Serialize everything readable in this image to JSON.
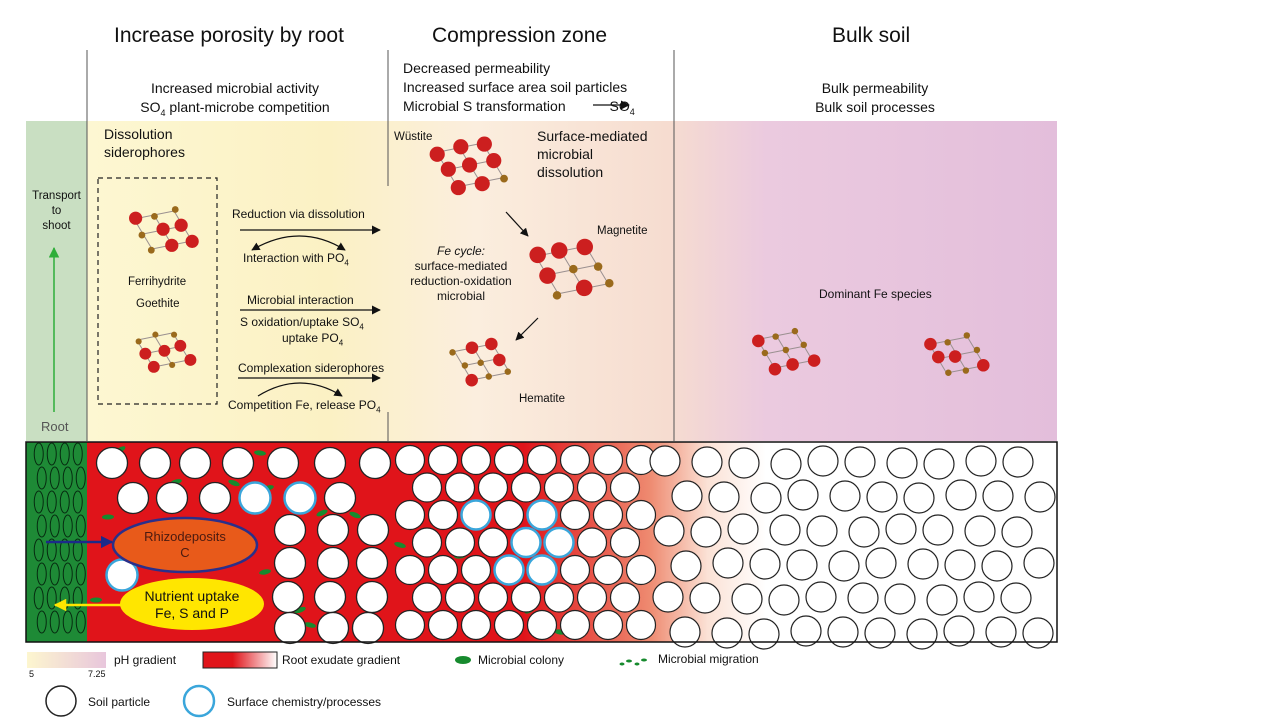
{
  "sections": {
    "root_zone": {
      "title": "Increase porosity by root",
      "line1": "Increased microbial activity",
      "line2_pre": "SO",
      "line2_sub": "4",
      "line2_post": " plant-microbe competition"
    },
    "compression": {
      "title": "Compression zone",
      "line1": "Decreased permeability",
      "line2": "Increased surface area soil particles",
      "line3_pre": "Microbial S transformation ",
      "line3_post": "SO",
      "line3_sub": "4"
    },
    "bulk": {
      "title": "Bulk soil",
      "line1": "Bulk permeability",
      "line2": "Bulk soil processes"
    }
  },
  "root_column": {
    "transport_1": "Transport",
    "transport_2": "to",
    "transport_3": "shoot",
    "root_label": "Root"
  },
  "panel": {
    "dissolution_1": "Dissolution",
    "dissolution_2": "siderophores",
    "ferrihydrite": "Ferrihydrite",
    "goethite": "Goethite",
    "reduction": "Reduction via dissolution",
    "interaction_pre": "Interaction with PO",
    "interaction_sub": "4",
    "microbial_interaction": "Microbial interaction",
    "s_oxidation_pre": "S oxidation/uptake SO",
    "s_oxidation_sub": "4",
    "uptake_pre": "uptake PO",
    "uptake_sub": "4",
    "complexation": "Complexation siderophores",
    "competition_pre": "Competition Fe, release PO",
    "competition_sub": "4",
    "wustite": "Wüstite",
    "surface_1": "Surface-mediated",
    "surface_2": "microbial",
    "surface_3": "dissolution",
    "magnetite": "Magnetite",
    "fe_cycle": "Fe cycle:",
    "fe_1": "surface-mediated",
    "fe_2": "reduction-oxidation",
    "fe_3": "microbial",
    "hematite": "Hematite",
    "dominant": "Dominant Fe species"
  },
  "soil": {
    "rhizo_1": "Rhizodeposits",
    "rhizo_2": "C",
    "nutrient_1": "Nutrient uptake",
    "nutrient_2": "Fe, S and P"
  },
  "legend": {
    "ph_label": "pH gradient",
    "ph_min": "5",
    "ph_max": "7.25",
    "exudate": "Root exudate gradient",
    "colony": "Microbial colony",
    "migration": "Microbial migration",
    "soil_particle": "Soil particle",
    "surface_chem": "Surface chemistry/processes"
  },
  "colors": {
    "root_green": "#2e8b3a",
    "root_panel": "#c9dfc2",
    "yellow_zone": "#fbf3c6",
    "pink_zone": "#e6c2dc",
    "exudate_red": "#e0141a",
    "iron_red": "#cc1f1f",
    "iron_brown": "#9a6a1c",
    "surface_blue": "#3aa6db",
    "rhizo_orange": "#e85a1a",
    "nutrient_yellow": "#ffe600"
  }
}
